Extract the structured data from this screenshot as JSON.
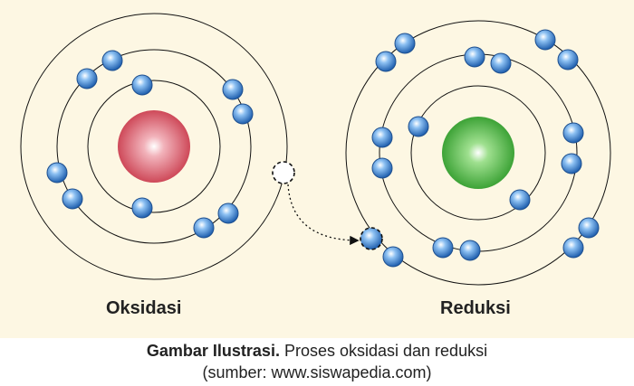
{
  "left_atom": {
    "label": "Oksidasi",
    "nucleus_color": "#d9535f"
  },
  "right_atom": {
    "label": "Reduksi",
    "nucleus_color": "#3aa636"
  },
  "caption": {
    "title": "Gambar Ilustrasi.",
    "text": "Proses oksidasi dan reduksi",
    "source": "(sumber: www.siswapedia.com)"
  },
  "colors": {
    "panel": "#fdf7e3",
    "electron": "#2f7fd0"
  }
}
